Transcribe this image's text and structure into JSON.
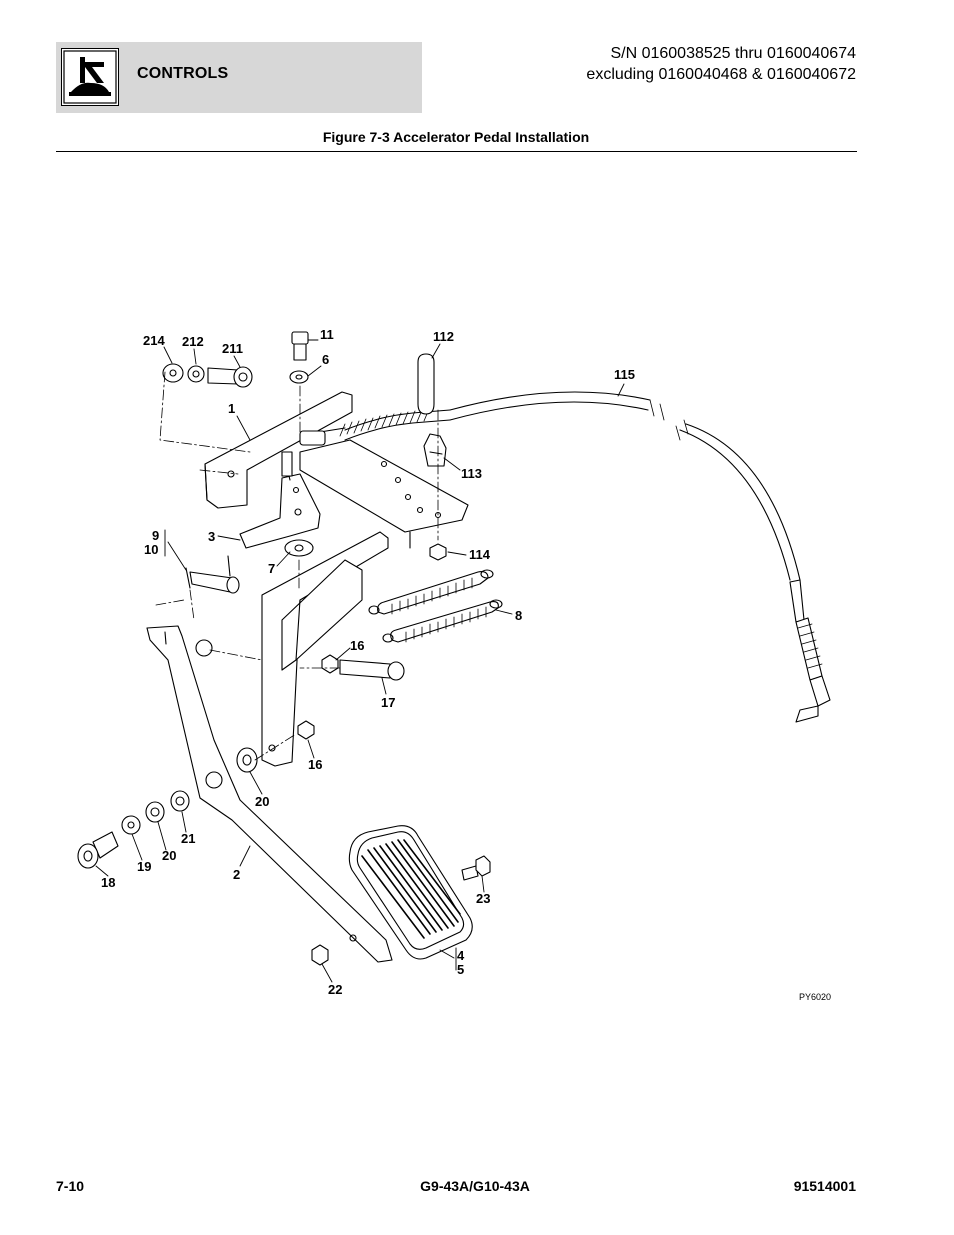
{
  "header": {
    "section_title": "CONTROLS",
    "serial_line1": "S/N 0160038525 thru 0160040674",
    "serial_line2": "excluding 0160040468 & 0160040672",
    "logo_icon": "controls-joystick-icon"
  },
  "figure": {
    "title": "Figure 7-3 Accelerator Pedal Installation",
    "image_ref": "PY6020",
    "callouts": {
      "c214": "214",
      "c212": "212",
      "c211": "211",
      "c11": "11",
      "c6": "6",
      "c112": "112",
      "c115": "115",
      "c1": "1",
      "c113": "113",
      "c3": "3",
      "c9": "9",
      "c10": "10",
      "c7": "7",
      "c114": "114",
      "c8": "8",
      "c16a": "16",
      "c17": "17",
      "c16b": "16",
      "c20a": "20",
      "c21": "21",
      "c20b": "20",
      "c19": "19",
      "c18": "18",
      "c2": "2",
      "c23": "23",
      "c4": "4",
      "c5": "5",
      "c22": "22"
    }
  },
  "footer": {
    "page_number": "7-10",
    "model": "G9-43A/G10-43A",
    "part_number": "91514001"
  }
}
